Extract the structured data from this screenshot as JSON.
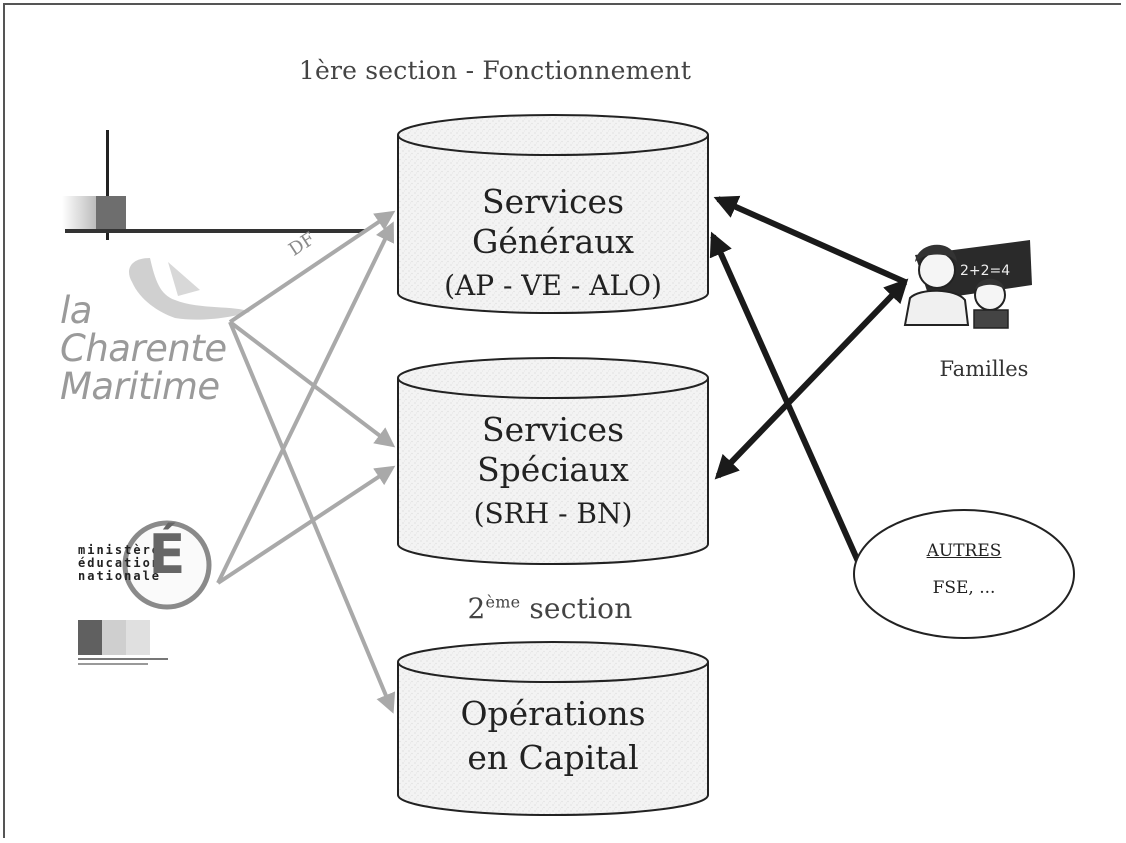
{
  "section1_title": "1ère section - Fonctionnement",
  "section2_title": {
    "main": "2",
    "sup": "ème",
    "rest": " section"
  },
  "cylinders": {
    "generaux": {
      "line1": "Services",
      "line2": "Généraux",
      "line3": "(AP - VE - ALO)"
    },
    "speciaux": {
      "line1": "Services",
      "line2": "Spéciaux",
      "line3": "(SRH - BN)"
    },
    "capital": {
      "line1": "Opérations",
      "line2": "en Capital"
    }
  },
  "funders": {
    "charente": {
      "line1": "la",
      "line2": "Charente",
      "line3": "Maritime",
      "arrow_label": "DF"
    },
    "ministere": {
      "line1": "ministère",
      "line2": "éducation",
      "line3": "nationale",
      "letter": "É"
    }
  },
  "familles_label": "Familles",
  "autres": {
    "title": "AUTRES",
    "subtitle": "FSE, ..."
  },
  "colors": {
    "gray_arrow": "#a9a9a9",
    "black_arrow": "#1a1a1a",
    "cylinder_fill": "#f2f2f2"
  }
}
